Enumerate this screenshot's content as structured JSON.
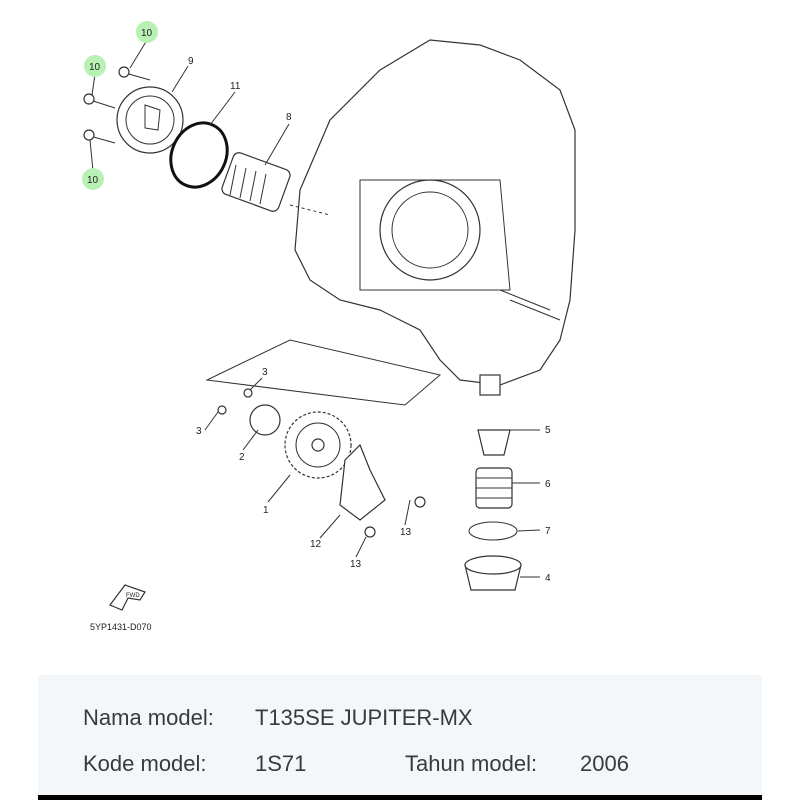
{
  "diagram": {
    "callouts": {
      "bolt_a": "10",
      "bolt_b": "10",
      "bolt_c": "10",
      "cover": "9",
      "oring_large": "11",
      "filter": "8",
      "screw_a": "3",
      "screw_b": "3",
      "pump": "2",
      "gear": "1",
      "plate": "12",
      "bolt_d": "13",
      "bolt_e": "13",
      "strainer": "5",
      "spring": "6",
      "oring_small": "7",
      "plug": "4"
    },
    "fwd_label": "FWD",
    "drawing_code": "5YP1431-D070",
    "highlight_color": "#b9f0b4"
  },
  "info": {
    "model_name_label": "Nama model:",
    "model_name": "T135SE JUPITER-MX",
    "model_code_label": "Kode model:",
    "model_code": "1S71",
    "model_year_label": "Tahun model:",
    "model_year": "2006"
  }
}
